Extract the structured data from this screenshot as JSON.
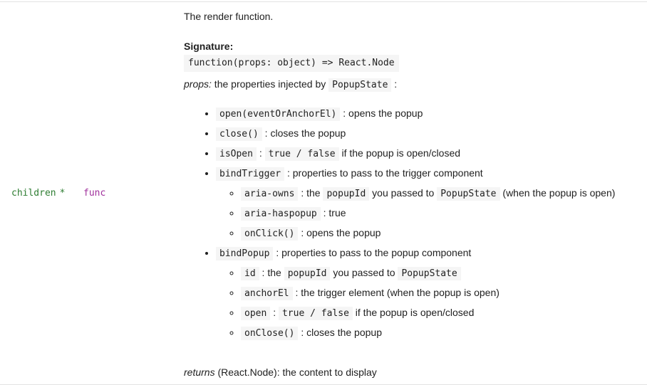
{
  "colors": {
    "prop_name_color": "#2e7d32",
    "prop_type_color": "#a0309c",
    "code_bg": "#f5f5f5",
    "border_color": "#e2e2e2"
  },
  "row": {
    "name": "children",
    "required_marker": "*",
    "type": "func"
  },
  "description": {
    "intro": "The render function.",
    "signature_label": "Signature:",
    "signature_code": "function(props: object) => React.Node",
    "props_line": {
      "lead_italic": "props:",
      "text1": " the properties injected by ",
      "code1": "PopupState",
      "text2": " :"
    },
    "bullets": [
      {
        "level": 1,
        "segments": [
          {
            "k": "code",
            "v": "open(eventOrAnchorEl)"
          },
          {
            "k": "text",
            "v": " : opens the popup"
          }
        ]
      },
      {
        "level": 1,
        "segments": [
          {
            "k": "code",
            "v": "close()"
          },
          {
            "k": "text",
            "v": " : closes the popup"
          }
        ]
      },
      {
        "level": 1,
        "segments": [
          {
            "k": "code",
            "v": "isOpen"
          },
          {
            "k": "text",
            "v": " : "
          },
          {
            "k": "code",
            "v": "true / false"
          },
          {
            "k": "text",
            "v": " if the popup is open/closed"
          }
        ]
      },
      {
        "level": 1,
        "segments": [
          {
            "k": "code",
            "v": "bindTrigger"
          },
          {
            "k": "text",
            "v": " : properties to pass to the trigger component"
          }
        ]
      },
      {
        "level": 2,
        "segments": [
          {
            "k": "code",
            "v": "aria-owns"
          },
          {
            "k": "text",
            "v": " : the "
          },
          {
            "k": "code",
            "v": "popupId"
          },
          {
            "k": "text",
            "v": " you passed to "
          },
          {
            "k": "code",
            "v": "PopupState"
          },
          {
            "k": "text",
            "v": " (when the popup is open)"
          }
        ]
      },
      {
        "level": 2,
        "segments": [
          {
            "k": "code",
            "v": "aria-haspopup"
          },
          {
            "k": "text",
            "v": " : true"
          }
        ]
      },
      {
        "level": 2,
        "segments": [
          {
            "k": "code",
            "v": "onClick()"
          },
          {
            "k": "text",
            "v": " : opens the popup"
          }
        ]
      },
      {
        "level": 1,
        "segments": [
          {
            "k": "code",
            "v": "bindPopup"
          },
          {
            "k": "text",
            "v": " : properties to pass to the popup component"
          }
        ]
      },
      {
        "level": 2,
        "segments": [
          {
            "k": "code",
            "v": "id"
          },
          {
            "k": "text",
            "v": " : the "
          },
          {
            "k": "code",
            "v": "popupId"
          },
          {
            "k": "text",
            "v": " you passed to "
          },
          {
            "k": "code",
            "v": "PopupState"
          }
        ]
      },
      {
        "level": 2,
        "segments": [
          {
            "k": "code",
            "v": "anchorEl"
          },
          {
            "k": "text",
            "v": " : the trigger element (when the popup is open)"
          }
        ]
      },
      {
        "level": 2,
        "segments": [
          {
            "k": "code",
            "v": "open"
          },
          {
            "k": "text",
            "v": " : "
          },
          {
            "k": "code",
            "v": "true / false"
          },
          {
            "k": "text",
            "v": " if the popup is open/closed"
          }
        ]
      },
      {
        "level": 2,
        "segments": [
          {
            "k": "code",
            "v": "onClose()"
          },
          {
            "k": "text",
            "v": " : closes the popup"
          }
        ]
      }
    ],
    "returns": {
      "lead_italic": "returns",
      "text": " (React.Node): the content to display"
    }
  }
}
